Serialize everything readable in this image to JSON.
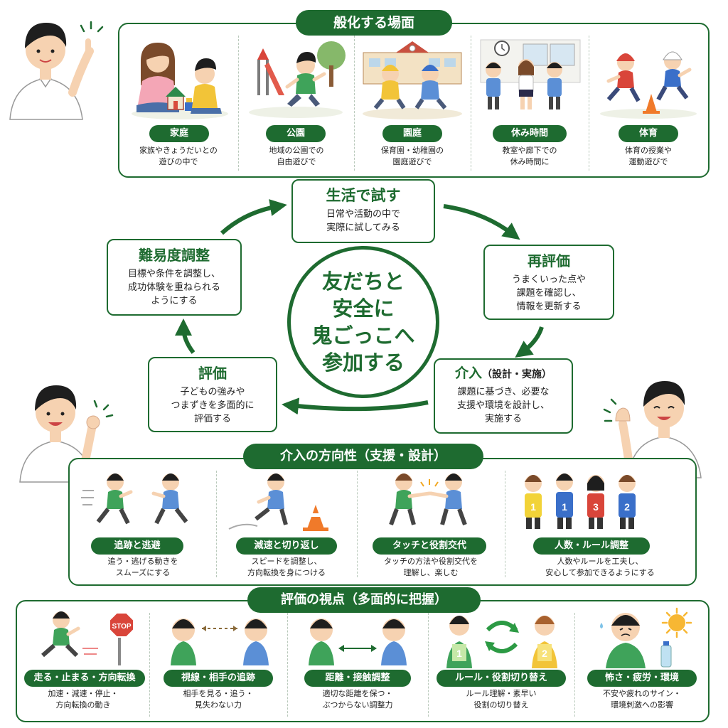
{
  "situations": {
    "header": "般化する場面",
    "items": [
      {
        "label": "家庭",
        "desc1": "家族やきょうだいとの",
        "desc2": "遊びの中で"
      },
      {
        "label": "公園",
        "desc1": "地域の公園での",
        "desc2": "自由遊びで"
      },
      {
        "label": "園庭",
        "desc1": "保育園・幼稚園の",
        "desc2": "園庭遊びで"
      },
      {
        "label": "休み時間",
        "desc1": "教室や廊下での",
        "desc2": "休み時間に"
      },
      {
        "label": "体育",
        "desc1": "体育の授業や",
        "desc2": "運動遊びで"
      }
    ]
  },
  "cycle": {
    "center": [
      "友だちと",
      "安全に",
      "鬼ごっこへ",
      "参加する"
    ],
    "steps": [
      {
        "title": "生活で試す",
        "lines": [
          "日常や活動の中で",
          "実際に試してみる"
        ]
      },
      {
        "title": "再評価",
        "lines": [
          "うまくいった点や",
          "課題を確認し、",
          "情報を更新する"
        ]
      },
      {
        "title": "介入",
        "title_suffix": "（設計・実施）",
        "lines": [
          "課題に基づき、必要な",
          "支援や環境を設計し、",
          "実施する"
        ]
      },
      {
        "title": "評価",
        "lines": [
          "子どもの強みや",
          "つまずきを多面的に",
          "評価する"
        ]
      },
      {
        "title": "難易度調整",
        "lines": [
          "目標や条件を調整し、",
          "成功体験を重ねられる",
          "ようにする"
        ]
      }
    ]
  },
  "intervention": {
    "header": "介入の方向性（支援・設計）",
    "items": [
      {
        "label": "追跡と逃避",
        "desc1": "追う・逃げる動きを",
        "desc2": "スムーズにする"
      },
      {
        "label": "減速と切り返し",
        "desc1": "スピードを調整し、",
        "desc2": "方向転換を身につける"
      },
      {
        "label": "タッチと役割交代",
        "desc1": "タッチの方法や役割交代を",
        "desc2": "理解し、楽しむ"
      },
      {
        "label": "人数・ルール調整",
        "desc1": "人数やルールを工夫し、",
        "desc2": "安心して参加できるようにする"
      }
    ]
  },
  "evaluation": {
    "header": "評価の視点（多面的に把握）",
    "items": [
      {
        "label": "走る・止まる・方向転換",
        "desc1": "加速・減速・停止・",
        "desc2": "方向転換の動き"
      },
      {
        "label": "視線・相手の追跡",
        "desc1": "相手を見る・追う・",
        "desc2": "見失わない力"
      },
      {
        "label": "距離・接触調整",
        "desc1": "適切な距離を保つ・",
        "desc2": "ぶつからない調整力"
      },
      {
        "label": "ルール・役割切り替え",
        "desc1": "ルール理解・素早い",
        "desc2": "役割の切り替え"
      },
      {
        "label": "怖さ・疲労・環境",
        "desc1": "不安や疲れのサイン・",
        "desc2": "環境刺激への影響"
      }
    ]
  },
  "illustration_text": {
    "stop_sign": "STOP",
    "bib_numbers": [
      "1",
      "1",
      "3",
      "2"
    ],
    "eval_bibs": [
      "1",
      "2"
    ]
  },
  "colors": {
    "accent": "#1e6b30",
    "skin": "#f6d2b1",
    "hair": "#1e1e1e"
  }
}
